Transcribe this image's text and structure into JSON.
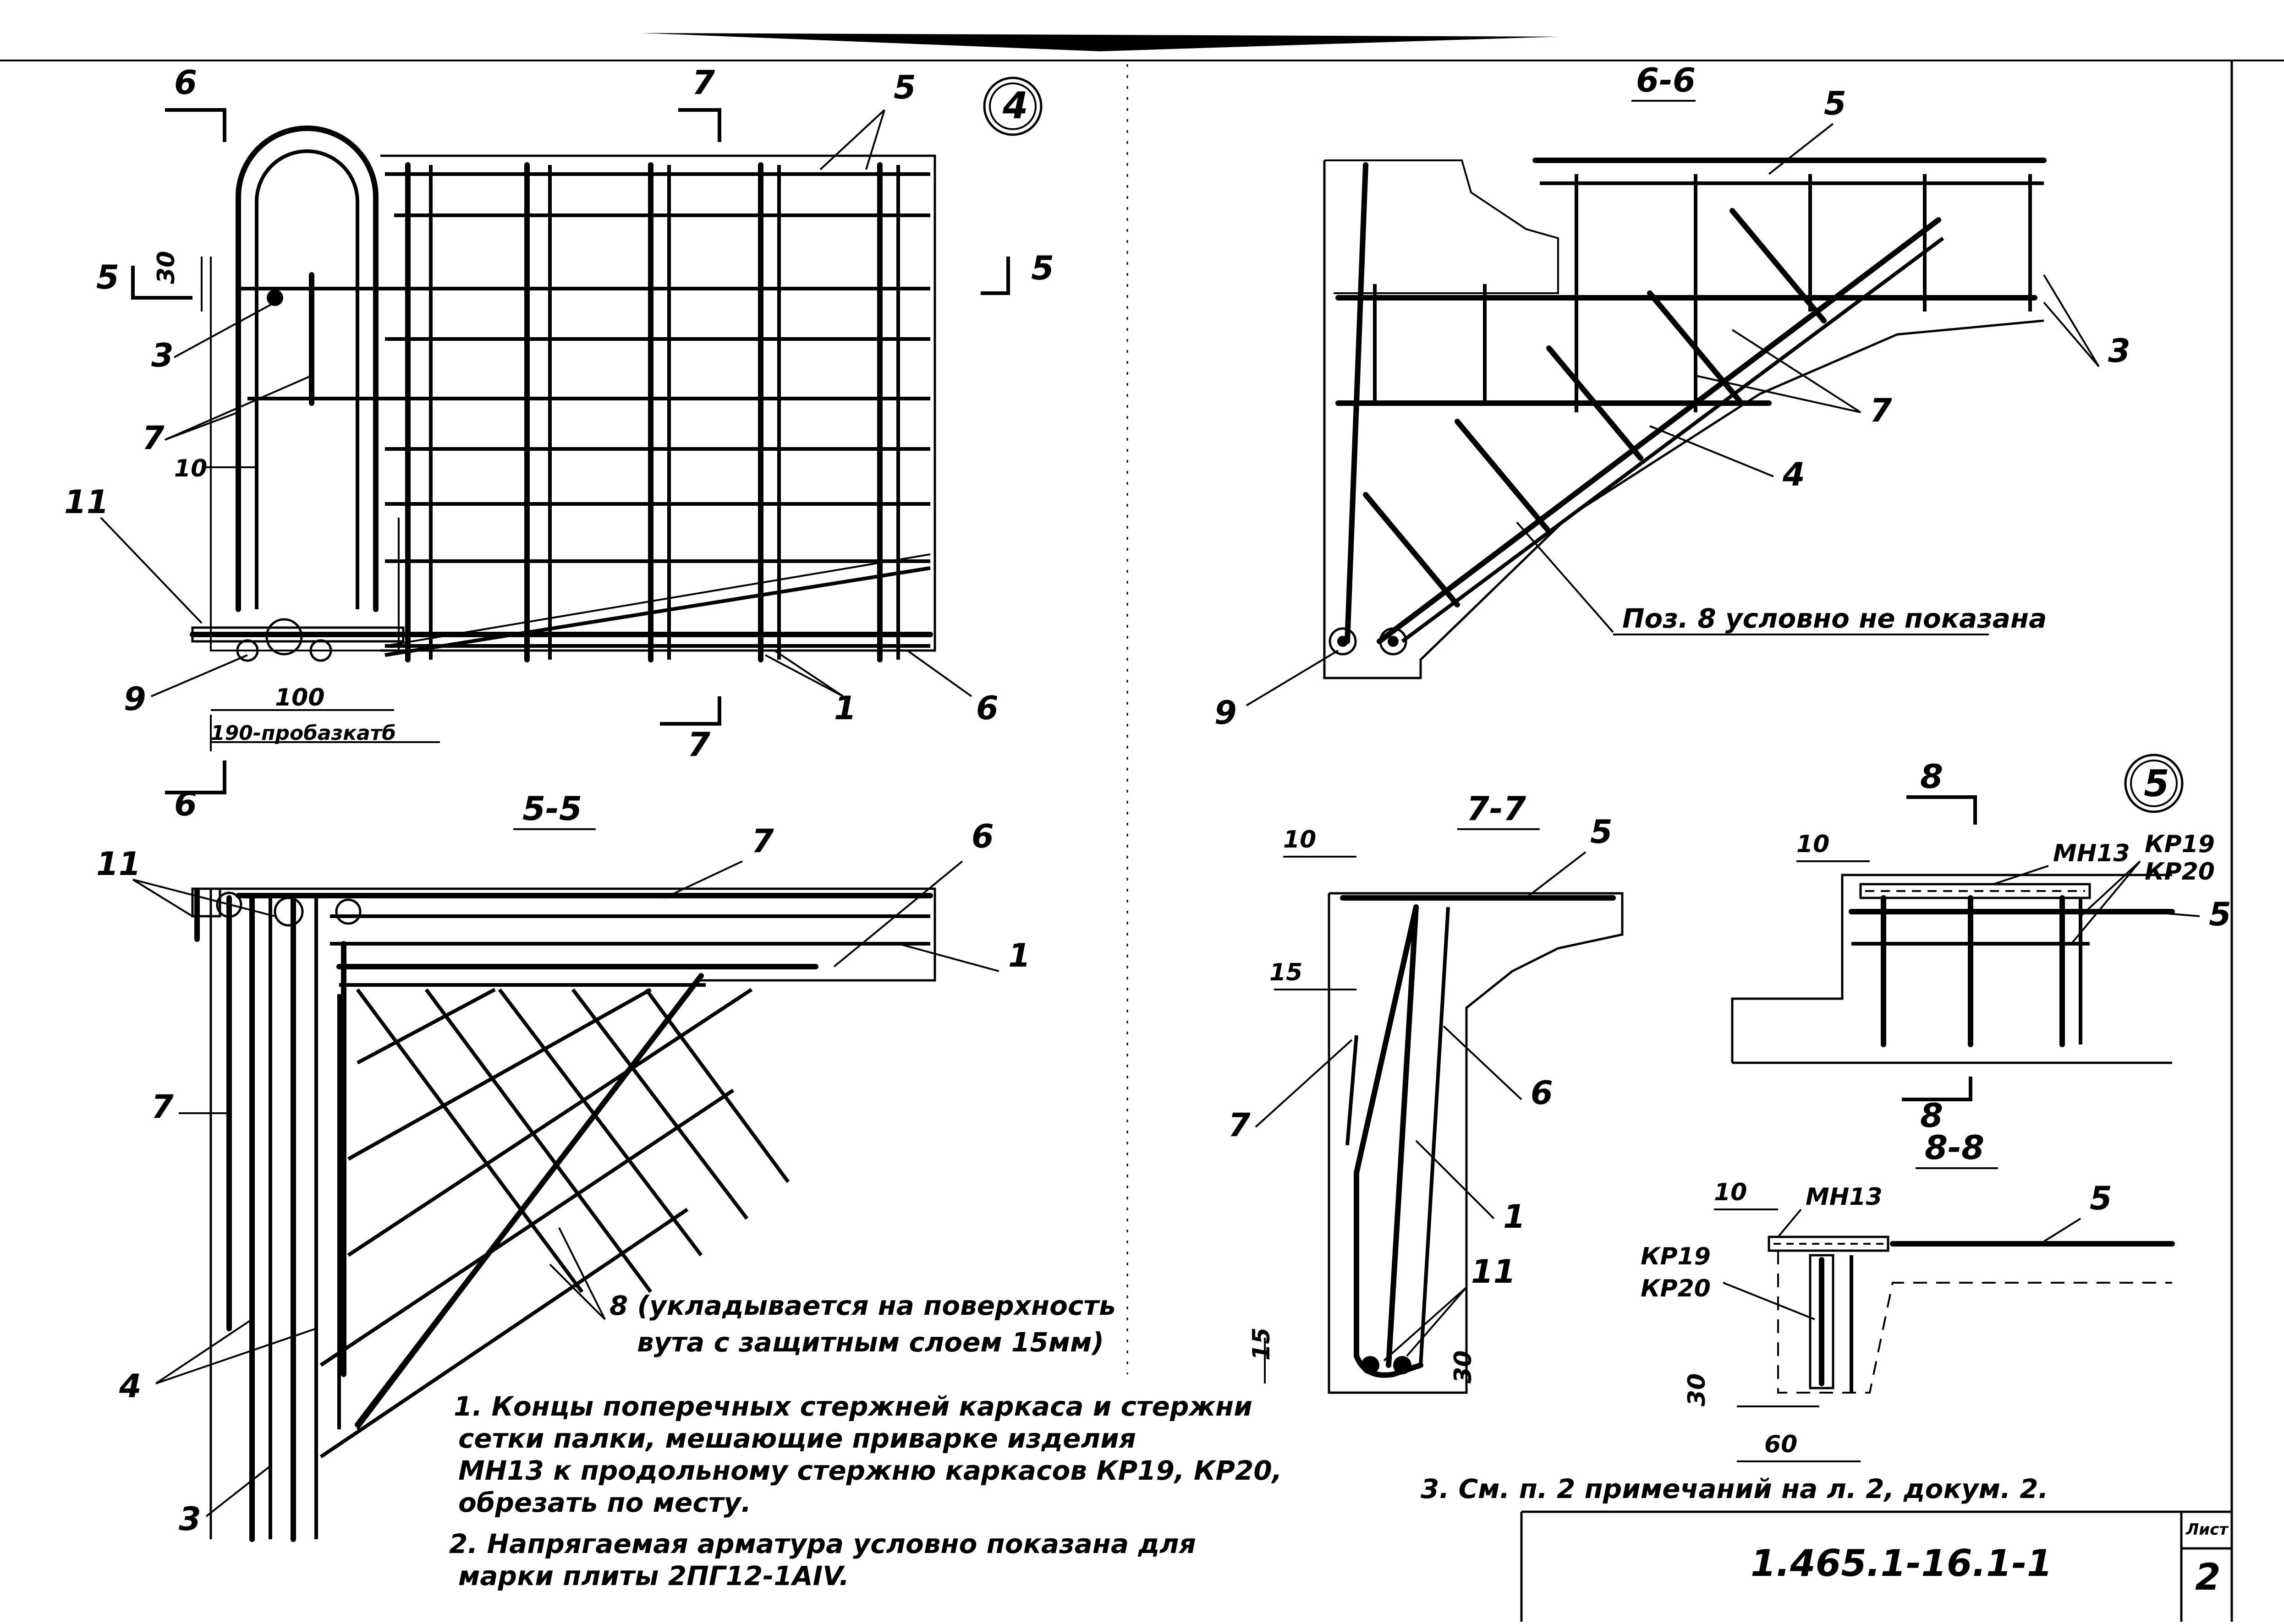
{
  "view_details": {
    "detail_4": {
      "marker": "4"
    },
    "detail_5": {
      "marker": "5"
    }
  },
  "cuts": {
    "main_view": {
      "left_top": "6",
      "left_bottom": "6",
      "top_mid": "7",
      "bottom_mid": "7",
      "right_mid": "5",
      "left_mid": "5"
    },
    "section_6_6": "6-6",
    "section_5_5": "5-5",
    "section_7_7": "7-7",
    "section_8_8": "8-8",
    "marker_8_top": "8",
    "marker_8_bottom": "8"
  },
  "positions": {
    "p1": "1",
    "p3": "3",
    "p4": "4",
    "p5": "5",
    "p6": "6",
    "p7": "7",
    "p8": "8",
    "p9": "9",
    "p11": "11"
  },
  "dimensions": {
    "d30": "30",
    "d10_a": "10",
    "d100": "100",
    "d190": "190-пробазкатб",
    "d10_b": "10",
    "d15_a": "15",
    "d15_b": "15",
    "d30_b": "30",
    "d10_c": "10",
    "d10_d": "10",
    "d60": "60",
    "d30_c": "30"
  },
  "callouts": {
    "pos8_hidden": "Поз. 8 условно не показана",
    "pos8_line1": "8 (укладывается на поверхность",
    "pos8_line2": "вута с защитным слоем 15мм)",
    "mn13_a": "МН13",
    "mn13_b": "МН13",
    "kr19_a": "КР19",
    "kr20_a": "КР20",
    "kr19_b": "КР19",
    "kr20_b": "КР20"
  },
  "notes": {
    "n1_l1": "1. Концы поперечных стержней каркаса и стержни",
    "n1_l2": "сетки палки, мешающие приварке изделия",
    "n1_l3": "МН13 к продольному стержню каркасов КР19, КР20,",
    "n1_l4": "обрезать по месту.",
    "n2_l1": "2. Напрягаемая арматура условно показана для",
    "n2_l2": "марки плиты 2ПГ12-1АIV.",
    "n3": "3. См. п. 2 примечаний на л. 2, докум. 2."
  },
  "title_block": {
    "doc_code": "1.465.1-16.1-1",
    "sheet_label": "Лист",
    "sheet_no": "2"
  }
}
